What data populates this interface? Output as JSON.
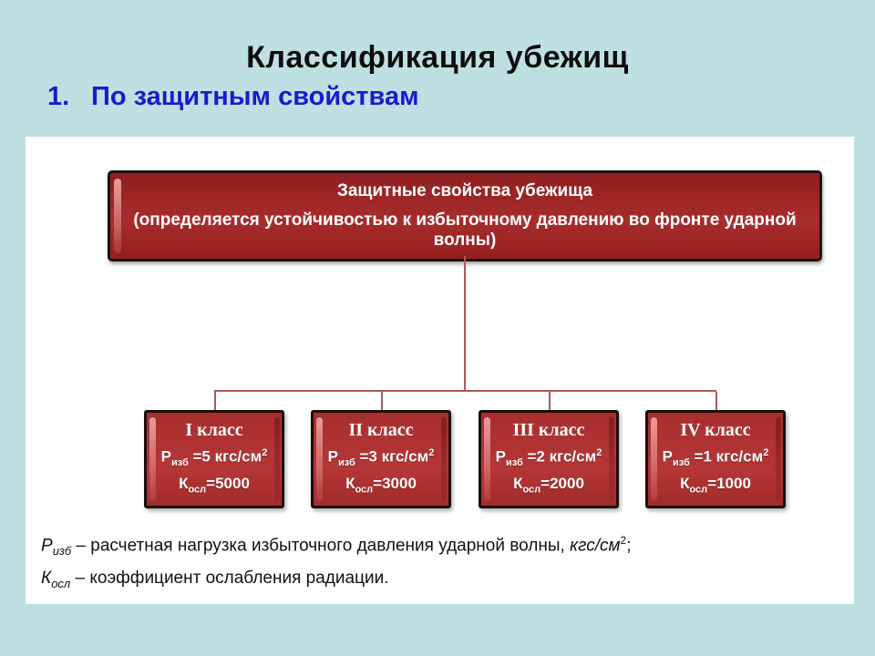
{
  "slide": {
    "title": "Классификация убежищ",
    "subtitle_number": "1.",
    "subtitle": "По защитным свойствам"
  },
  "diagram": {
    "header": {
      "line1": "Защитные свойства убежища",
      "line2": "(определяется устойчивостью к избыточному давлению во фронте ударной волны)"
    },
    "classes": [
      {
        "title": "I класс",
        "p_label": "Р",
        "p_sub": "изб",
        "p_rest": " =5 кгс/см",
        "p_sup": "2",
        "k_label": "К",
        "k_sub": "осл",
        "k_rest": "=5000"
      },
      {
        "title": "II класс",
        "p_label": "Р",
        "p_sub": "изб",
        "p_rest": " =3 кгс/см",
        "p_sup": "2",
        "k_label": "К",
        "k_sub": "осл",
        "k_rest": "=3000"
      },
      {
        "title": "III класс",
        "p_label": "Р",
        "p_sub": "изб",
        "p_rest": " =2 кгс/см",
        "p_sup": "2",
        "k_label": "К",
        "k_sub": "осл",
        "k_rest": "=2000"
      },
      {
        "title": "IV класс",
        "p_label": "Р",
        "p_sub": "изб",
        "p_rest": " =1 кгс/см",
        "p_sup": "2",
        "k_label": "К",
        "k_sub": "осл",
        "k_rest": "=1000"
      }
    ],
    "legend": [
      {
        "symbol": "Р",
        "sub": "изб",
        "text": " – расчетная нагрузка избыточного давления ударной волны, ",
        "unit": "кгс/см",
        "sup": "2",
        "tail": ";"
      },
      {
        "symbol": "К",
        "sub": "осл",
        "text": " – коэффициент ослабления радиации.",
        "unit": "",
        "sup": "",
        "tail": ""
      }
    ]
  },
  "colors": {
    "background": "#bfe0e2",
    "panel": "#ffffff",
    "box_red_dark": "#8f1f1f",
    "box_red": "#b23434",
    "box_border": "#1c0d0d",
    "connector": "#ad5a5a",
    "subtitle_blue": "#1a1ace",
    "title_text": "#0d0d0d",
    "box_text": "#ffffff"
  }
}
